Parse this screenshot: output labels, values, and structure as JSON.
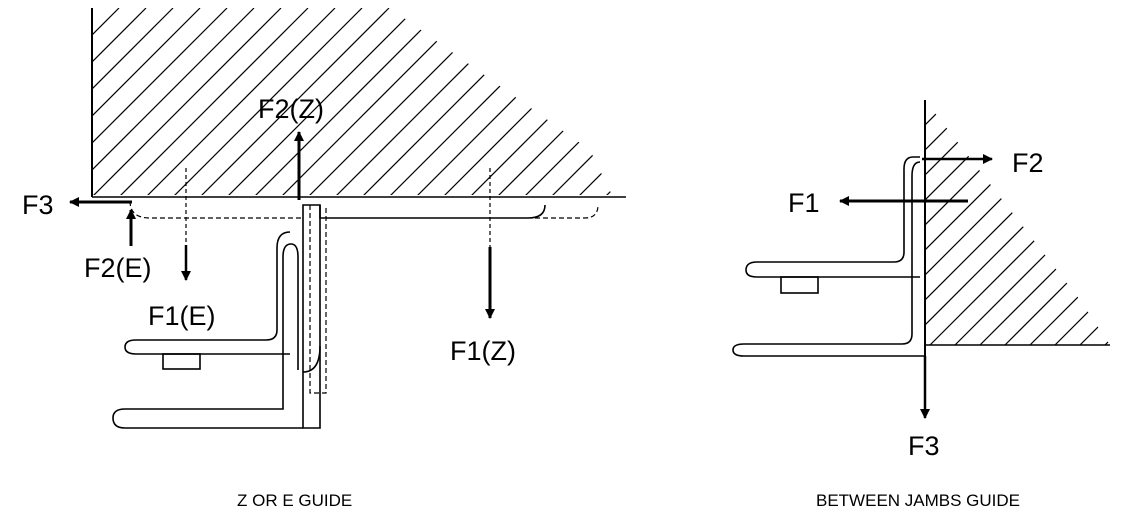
{
  "colors": {
    "ink": "#000000",
    "background": "#ffffff"
  },
  "left_diagram": {
    "caption": "Z OR E GUIDE",
    "labels": {
      "f3": "F3",
      "f2_z": "F2(Z)",
      "f2_e": "F2(E)",
      "f1_e": "F1(E)",
      "f1_z": "F1(Z)"
    }
  },
  "right_diagram": {
    "caption": "BETWEEN JAMBS GUIDE",
    "labels": {
      "f1": "F1",
      "f2": "F2",
      "f3": "F3"
    }
  }
}
